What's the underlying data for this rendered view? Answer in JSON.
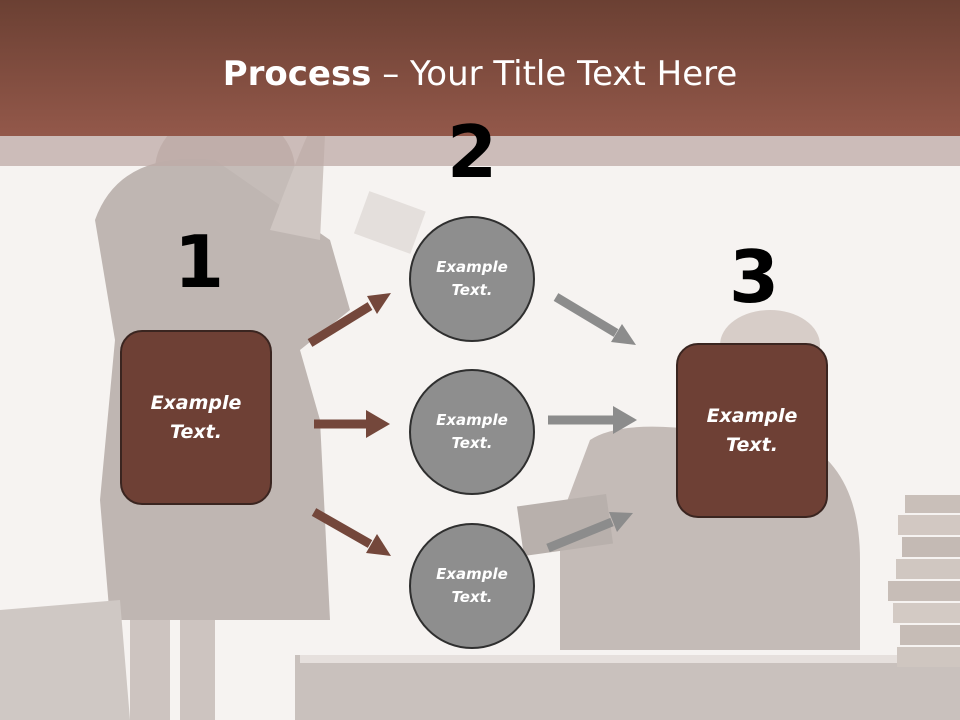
{
  "title": {
    "bold": "Process",
    "rest": " – Your Title Text Here"
  },
  "steps": {
    "one": "1",
    "two": "2",
    "three": "3"
  },
  "boxes": {
    "left": "Example Text.",
    "right": "Example Text."
  },
  "circles": {
    "top": "Example Text.",
    "middle": "Example Text.",
    "bottom": "Example Text."
  },
  "colors": {
    "header": "#8a5244",
    "box": "#6e4035",
    "circle": "#8e8e8e",
    "arrow_brown": "#74473b",
    "arrow_gray": "#8c8c8c"
  }
}
